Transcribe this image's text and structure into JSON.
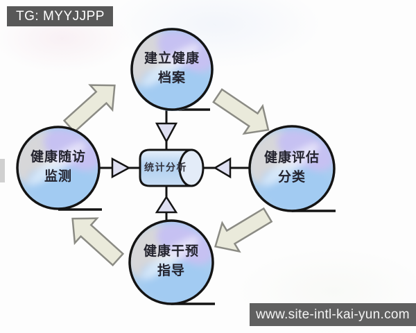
{
  "badge": {
    "label": "TG: MYYJJPP"
  },
  "watermark": {
    "url": "www.site-intl-kai-yun.com"
  },
  "diagram": {
    "title_semantics": "health management cycle",
    "center": {
      "shape": "cylinder",
      "label": "统计分析"
    },
    "nodes": {
      "top": {
        "line1": "建立健康",
        "line2": "档案"
      },
      "right": {
        "line1": "健康评估",
        "line2": "分类"
      },
      "bottom": {
        "line1": "健康干预",
        "line2": "指导"
      },
      "left": {
        "line1": "健康随访",
        "line2": "监测"
      }
    },
    "flow": {
      "direction": "clockwise",
      "sequence": [
        "健康随访监测",
        "建立健康档案",
        "健康评估分类",
        "健康干预指导"
      ],
      "center_links": "all four nodes point into 统计分析"
    },
    "colors": {
      "circle_fill": "#a8cdf0",
      "circle_swirl_gray": "#d7d7d9",
      "circle_swirl_lavender": "#c6c1f2",
      "outline": "#141414",
      "block_arrow_fill": "#eaeadb",
      "block_arrow_outline": "#8b8b84",
      "triangle_fill": "#dfe0f2",
      "cylinder_fill": "#bcd6f2",
      "badge_bg": "#585858",
      "watermark_bg": "#606060",
      "label_text": "#23232e"
    }
  }
}
